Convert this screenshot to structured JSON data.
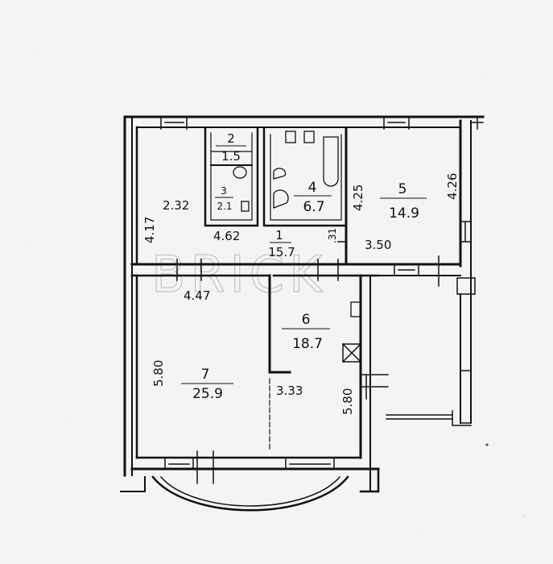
{
  "watermark": "BRICK",
  "rooms": [
    {
      "number": "1",
      "area": "15.7"
    },
    {
      "number": "2",
      "area": "1.5"
    },
    {
      "number": "3",
      "area": "2.1"
    },
    {
      "number": "4",
      "area": "6.7"
    },
    {
      "number": "5",
      "area": "14.9"
    },
    {
      "number": "6",
      "area": "18.7"
    },
    {
      "number": "7",
      "area": "25.9"
    }
  ],
  "dimensions": {
    "hall_height": "4.17",
    "hall_width": "2.32",
    "hall_length": "4.62",
    "hall_small": ".31",
    "room5_width": "3.50",
    "room4_height": "4.25",
    "room5_height": "4.26",
    "room7_width": "4.47",
    "room7_height": "5.80",
    "room6_width": "3.33",
    "room6_height": "5.80"
  }
}
